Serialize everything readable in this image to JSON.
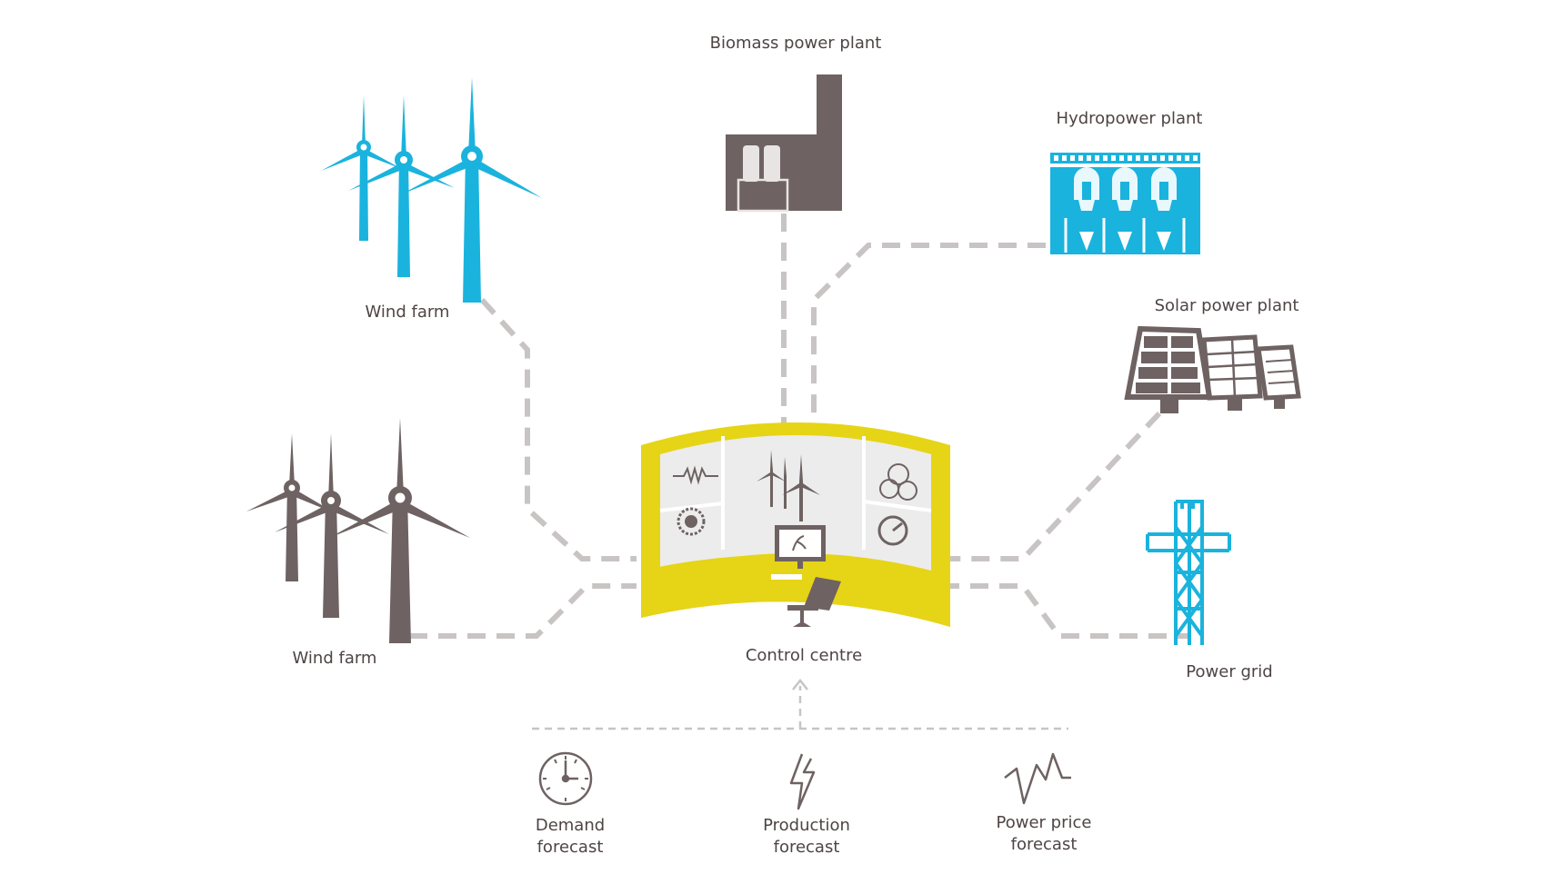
{
  "colors": {
    "blue": "#1ab3dd",
    "dark": "#6e6262",
    "yellow": "#e6d417",
    "line": "#c9c4c4",
    "panel": "#ececec"
  },
  "labels": {
    "biomass": "Biomass power plant",
    "hydro": "Hydropower plant",
    "wind_top": "Wind farm",
    "solar": "Solar power plant",
    "wind_bottom": "Wind farm",
    "control": "Control centre",
    "grid": "Power grid"
  },
  "forecasts": [
    {
      "label": "Demand\nforecast",
      "icon": "clock-icon"
    },
    {
      "label": "Production\nforecast",
      "icon": "lightning-icon"
    },
    {
      "label": "Power price\nforecast",
      "icon": "price-zigzag-icon"
    }
  ]
}
